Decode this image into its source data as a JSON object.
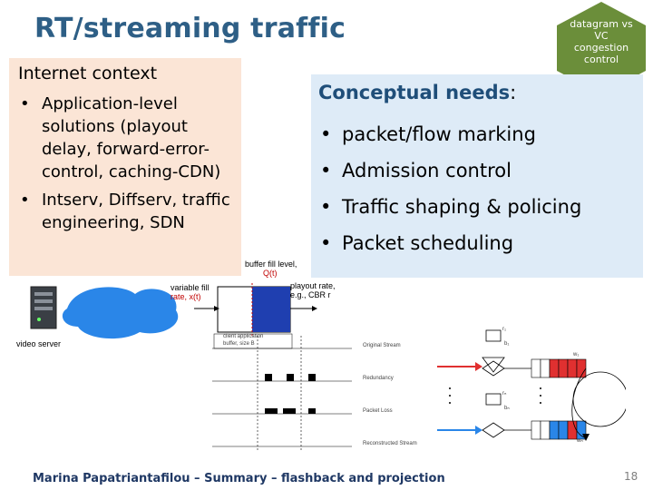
{
  "slide": {
    "title": "RT/streaming traffic",
    "badge": {
      "line1": "datagram vs",
      "line2": "VC",
      "line3": "congestion",
      "line4": "control",
      "color": "#6b8e3a"
    },
    "left_box": {
      "heading": "Internet context",
      "items": [
        "Application-level solutions (playout delay, forward-error-control, caching-CDN)",
        "Intserv, Diffserv, traffic engineering, SDN"
      ],
      "bg": "#fbe5d6"
    },
    "right_box": {
      "heading_bold": "Conceptual needs",
      "heading_rest": ":",
      "items": [
        "packet/flow marking",
        "Admission control",
        "Traffic shaping & policing",
        "Packet scheduling"
      ],
      "bg": "#deebf7"
    },
    "footer": "Marina Papatriantafilou –  Summary – flashback and projection",
    "page_number": "18"
  },
  "figure_streaming": {
    "video_server": "video server",
    "variable_fill_1": "variable fill",
    "variable_fill_2": "rate, x(t)",
    "buffer_fill_1": "buffer fill level,",
    "buffer_fill_2": "Q(t)",
    "playout_1": "playout rate,",
    "playout_2": "e.g., CBR r",
    "client_app": "client application",
    "client_buffer": "buffer, size B"
  },
  "figure_fec": {
    "row_labels": [
      "Original Stream",
      "Redundancy",
      "Packet Loss",
      "Reconstructed Stream"
    ]
  },
  "figure_scheduler": {
    "r1": "r₁",
    "b1": "b₁",
    "w1": "w₁",
    "rn": "rₙ",
    "bn": "bₙ",
    "wn": "wₙ"
  }
}
